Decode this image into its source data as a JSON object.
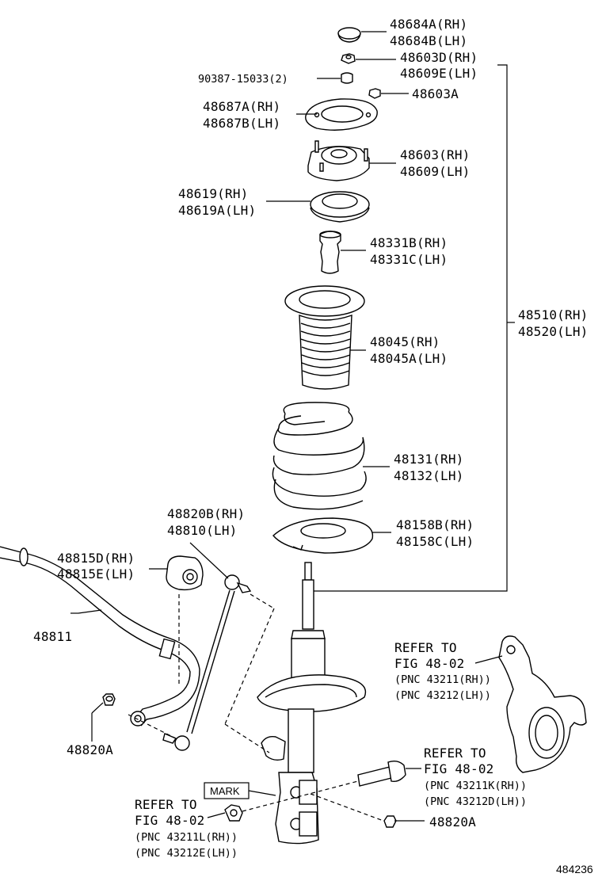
{
  "diagram": {
    "figure_number": "484236",
    "mark_label": "MARK",
    "labels": [
      {
        "id": "48684",
        "lines": [
          "48684A(RH)",
          "48684B(LH)"
        ]
      },
      {
        "id": "48603d",
        "lines": [
          "48603D(RH)",
          "48609E(LH)"
        ]
      },
      {
        "id": "90387",
        "lines": [
          "90387-15033(2)"
        ]
      },
      {
        "id": "48603a",
        "lines": [
          "48603A"
        ]
      },
      {
        "id": "48687",
        "lines": [
          "48687A(RH)",
          "48687B(LH)"
        ]
      },
      {
        "id": "48603",
        "lines": [
          "48603(RH)",
          "48609(LH)"
        ]
      },
      {
        "id": "48619",
        "lines": [
          "48619(RH)",
          "48619A(LH)"
        ]
      },
      {
        "id": "48331",
        "lines": [
          "48331B(RH)",
          "48331C(LH)"
        ]
      },
      {
        "id": "48510",
        "lines": [
          "48510(RH)",
          "48520(LH)"
        ]
      },
      {
        "id": "48045",
        "lines": [
          "48045(RH)",
          "48045A(LH)"
        ]
      },
      {
        "id": "48131",
        "lines": [
          "48131(RH)",
          "48132(LH)"
        ]
      },
      {
        "id": "48820b",
        "lines": [
          "48820B(RH)",
          "48810(LH)"
        ]
      },
      {
        "id": "48158",
        "lines": [
          "48158B(RH)",
          "48158C(LH)"
        ]
      },
      {
        "id": "48815",
        "lines": [
          "48815D(RH)",
          "48815E(LH)"
        ]
      },
      {
        "id": "48811",
        "lines": [
          "48811"
        ]
      },
      {
        "id": "48820a1",
        "lines": [
          "48820A"
        ]
      },
      {
        "id": "48820a2",
        "lines": [
          "48820A"
        ]
      }
    ],
    "references": [
      {
        "id": "knuckle",
        "lines": [
          "REFER TO",
          "FIG 48-02"
        ],
        "pnc": [
          "(PNC 43211(RH))",
          "(PNC 43212(LH))"
        ]
      },
      {
        "id": "bolt",
        "lines": [
          "REFER TO",
          "FIG 48-02"
        ],
        "pnc": [
          "(PNC 43211K(RH))",
          "(PNC 43212D(LH))"
        ]
      },
      {
        "id": "nut",
        "lines": [
          "REFER TO",
          "FIG 48-02"
        ],
        "pnc": [
          "(PNC 43211L(RH))",
          "(PNC 43212E(LH))"
        ]
      }
    ]
  }
}
